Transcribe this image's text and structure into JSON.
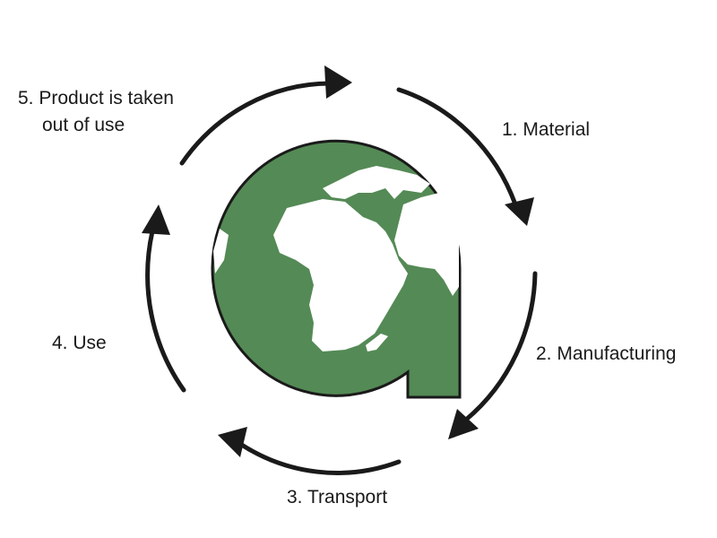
{
  "colors": {
    "globe": "#548a55",
    "land": "#ffffff",
    "arrow": "#1a1a1a"
  },
  "steps": [
    {
      "label": "1.   Material"
    },
    {
      "label": "2. Manufacturing"
    },
    {
      "label": "3. Transport"
    },
    {
      "label": "4. Use"
    },
    {
      "label_line1": "5. Product is taken",
      "label_line2": "out of use"
    }
  ],
  "icon": "globe-a-logo-icon"
}
